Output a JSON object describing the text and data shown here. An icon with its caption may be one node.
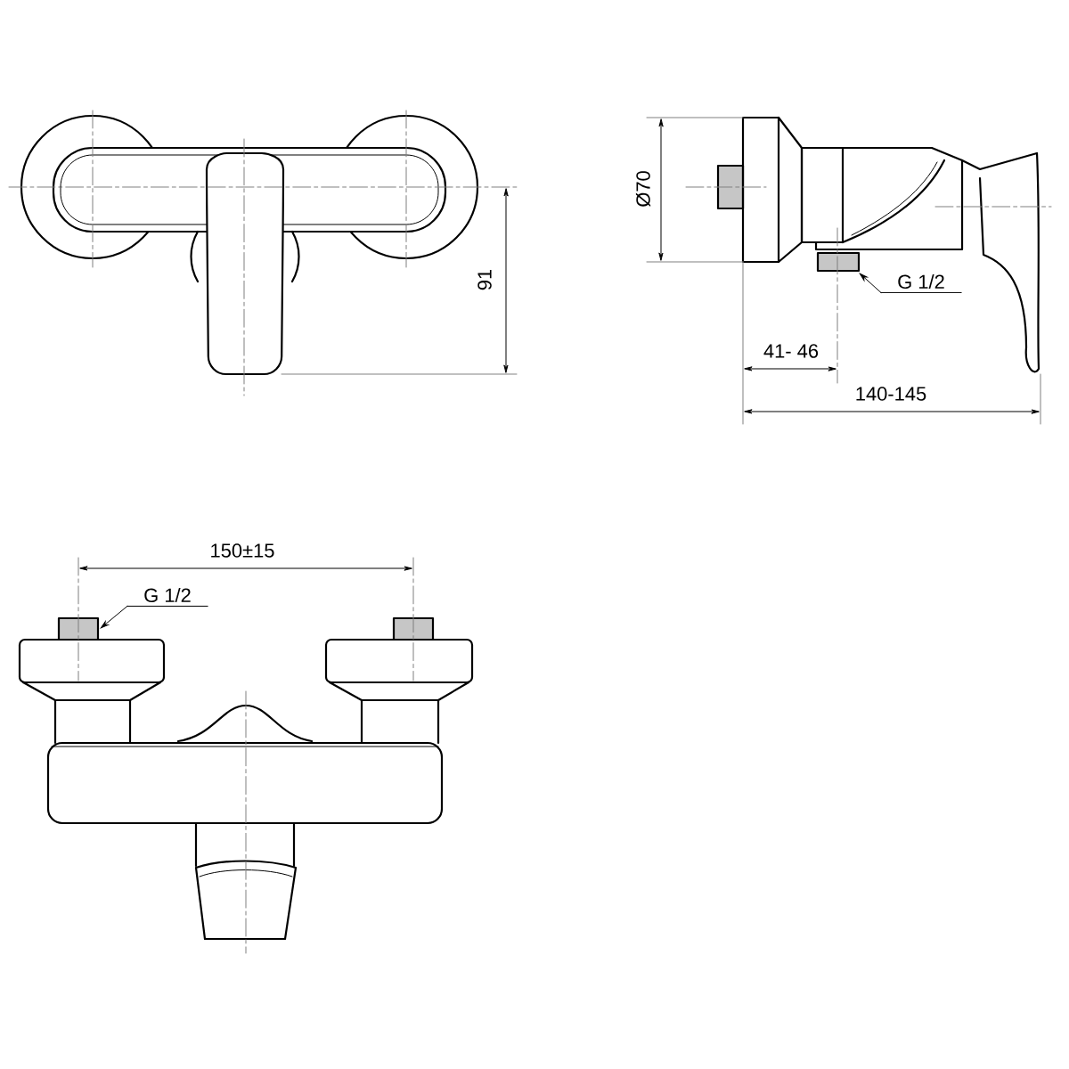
{
  "diagram": {
    "nodes": [
      {
        "text": [
          "G 1/2"
        ]
      },
      {
        "text": [
          "G 1/2"
        ]
      }
    ],
    "edges": [
      {
        "from": 0,
        "to": null,
        "arrow": "to"
      },
      {
        "from": 1,
        "to": null,
        "arrow": "to"
      }
    ],
    "labels": [
      "91",
      "Ø70",
      "41- 46",
      "140-145",
      "150±15"
    ]
  }
}
